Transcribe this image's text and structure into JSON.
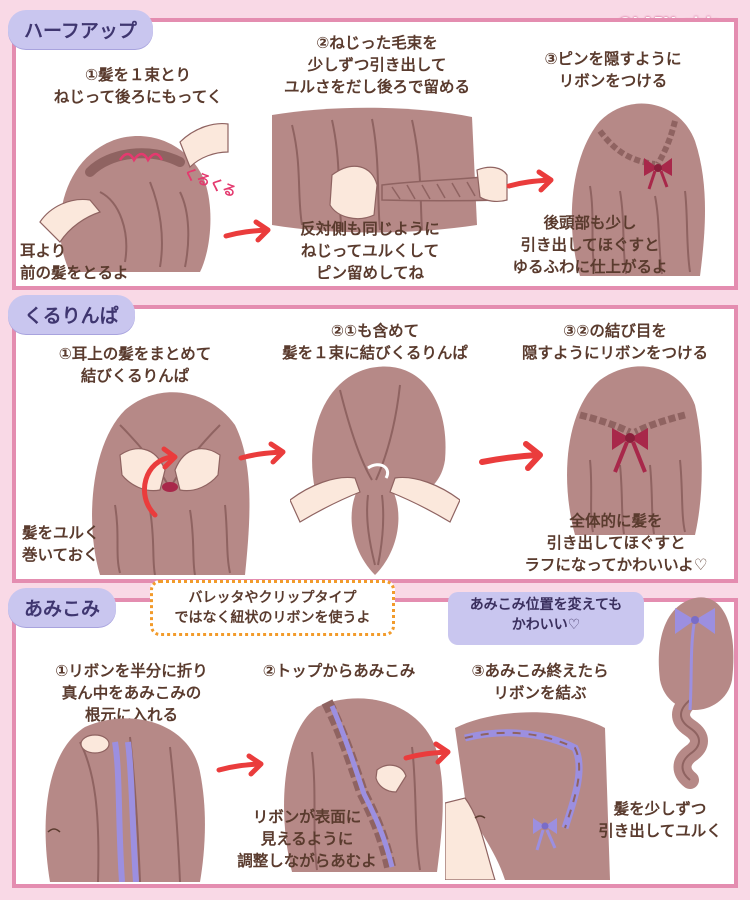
{
  "brand": "@LABY_girls",
  "sections": {
    "halfup": {
      "title": "ハーフアップ",
      "step1": [
        "①髪を１束とり",
        "ねじって後ろにもってく"
      ],
      "step1_note": [
        "耳より",
        "前の髪をとるよ"
      ],
      "kurukuru": "くるくる",
      "step2": [
        "②ねじった毛束を",
        "少しずつ引き出して",
        "ユルさをだし後ろで留める"
      ],
      "step2_note": [
        "反対側も同じように",
        "ねじってユルくして",
        "ピン留めしてね"
      ],
      "step3": [
        "③ピンを隠すように",
        "リボンをつける"
      ],
      "step3_note": [
        "後頭部も少し",
        "引き出してほぐすと",
        "ゆるふわに仕上がるよ"
      ]
    },
    "kururinpa": {
      "title": "くるりんぱ",
      "step1": [
        "①耳上の髪をまとめて",
        "結びくるりんぱ"
      ],
      "step1_note": [
        "髪をユルく",
        "巻いておく"
      ],
      "step2": [
        "②①も含めて",
        "髪を１束に結びくるりんぱ"
      ],
      "step3": [
        "③②の結び目を",
        "隠すようにリボンをつける"
      ],
      "step3_note": [
        "全体的に髪を",
        "引き出してほぐすと",
        "ラフになってかわいいよ♡"
      ]
    },
    "amikomi": {
      "title": "あみこみ",
      "tip": [
        "バレッタやクリップタイプ",
        "ではなく紐状のリボンを使うよ"
      ],
      "tip2": [
        "あみこみ位置を変えても",
        "かわいい♡"
      ],
      "step1": [
        "①リボンを半分に折り",
        "真ん中をあみこみの",
        "根元に入れる"
      ],
      "step2": [
        "②トップからあみこみ"
      ],
      "step2_note": [
        "リボンが表面に",
        "見えるように",
        "調整しながらあむよ"
      ],
      "step3": [
        "③あみこみ終えたら",
        "リボンを結ぶ"
      ],
      "step3_note": [
        "髪を少しずつ",
        "引き出してユルく"
      ]
    }
  },
  "colors": {
    "background": "#f9d9e6",
    "frame": "#e48db0",
    "tag": "#c9c6ef",
    "hair": "#b68987",
    "hair_dark": "#8f6361",
    "skin": "#fbe8dc",
    "arrow": "#ea3c3c",
    "ribbon_red": "#a8284a",
    "ribbon_purple": "#9c8fe0",
    "text": "#5a3b2e"
  }
}
